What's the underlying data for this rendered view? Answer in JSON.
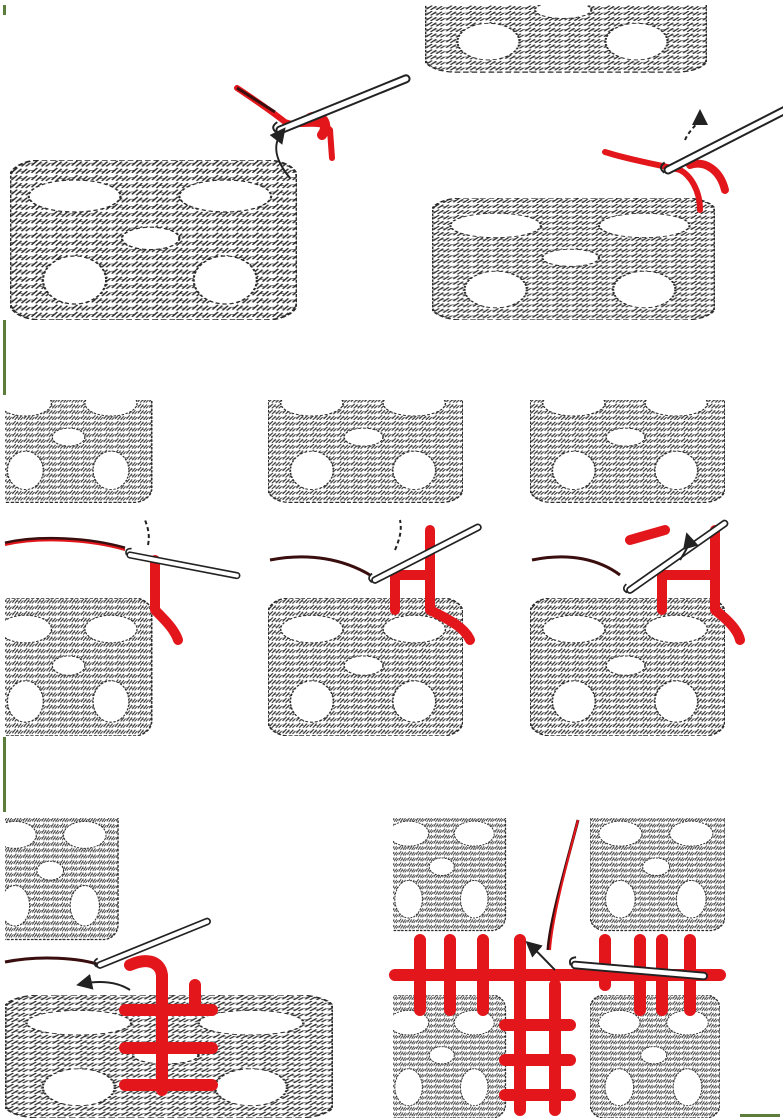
{
  "figure": {
    "kind": "crochet-joining-step-illustrations",
    "rows": 3,
    "panels": [
      {
        "row": 1,
        "step": "pull-up-loop"
      },
      {
        "row": 1,
        "step": "chain-across-gap"
      },
      {
        "row": 2,
        "step": "first-post"
      },
      {
        "row": 2,
        "step": "second-post"
      },
      {
        "row": 2,
        "step": "continue-ladder"
      },
      {
        "row": 3,
        "step": "ladder-vertical-seam"
      },
      {
        "row": 3,
        "step": "ladder-both-seams"
      }
    ]
  },
  "colors": {
    "background": "#ffffff",
    "motif_ink": "#2b2b2b",
    "motif_fill": "#ffffff",
    "yarn_red": "#e2161b",
    "yarn_dark": "#3a0e0e",
    "hook_ink": "#222222",
    "separator_green": "#5d7d3c"
  },
  "icons": [
    "crochet-hook-icon",
    "direction-arrow-icon"
  ]
}
